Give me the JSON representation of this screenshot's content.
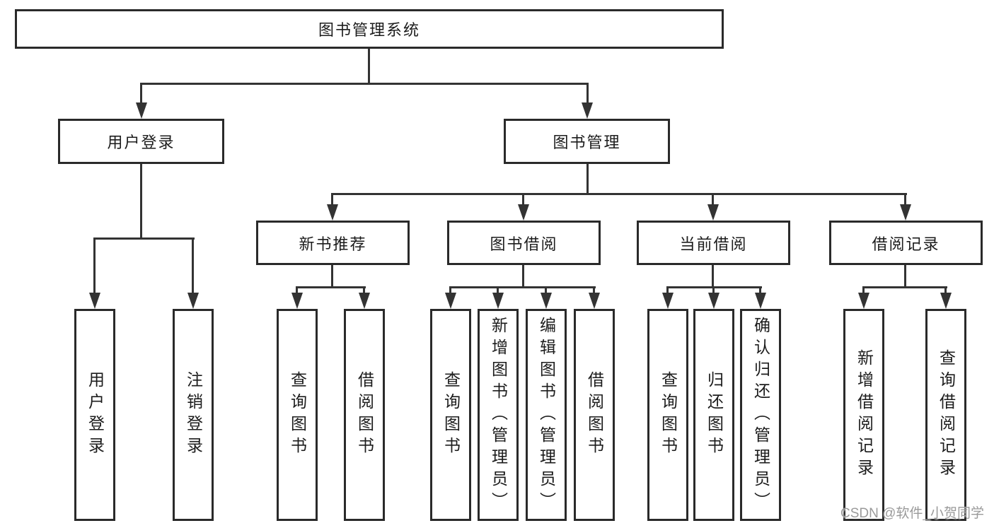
{
  "colors": {
    "background": "#ffffff",
    "box_border": "#2a2a2a",
    "line": "#333333",
    "text": "#1c1c1c",
    "watermark": "#9a9a9a"
  },
  "watermark": "CSDN @软件_小贺同学",
  "tree": {
    "root": {
      "label": "图书管理系统",
      "children": [
        {
          "label": "用户登录",
          "children": [
            {
              "label": "用户登录"
            },
            {
              "label": "注销登录"
            }
          ]
        },
        {
          "label": "图书管理",
          "children": [
            {
              "label": "新书推荐",
              "children": [
                {
                  "label": "查询图书"
                },
                {
                  "label": "借阅图书"
                }
              ]
            },
            {
              "label": "图书借阅",
              "children": [
                {
                  "label": "查询图书"
                },
                {
                  "label": "新增图书（管理员）"
                },
                {
                  "label": "编辑图书（管理员）"
                },
                {
                  "label": "借阅图书"
                }
              ]
            },
            {
              "label": "当前借阅",
              "children": [
                {
                  "label": "查询图书"
                },
                {
                  "label": "归还图书"
                },
                {
                  "label": "确认归还（管理员）"
                }
              ]
            },
            {
              "label": "借阅记录",
              "children": [
                {
                  "label": "新增借阅记录"
                },
                {
                  "label": "查询借阅记录"
                }
              ]
            }
          ]
        }
      ]
    }
  }
}
